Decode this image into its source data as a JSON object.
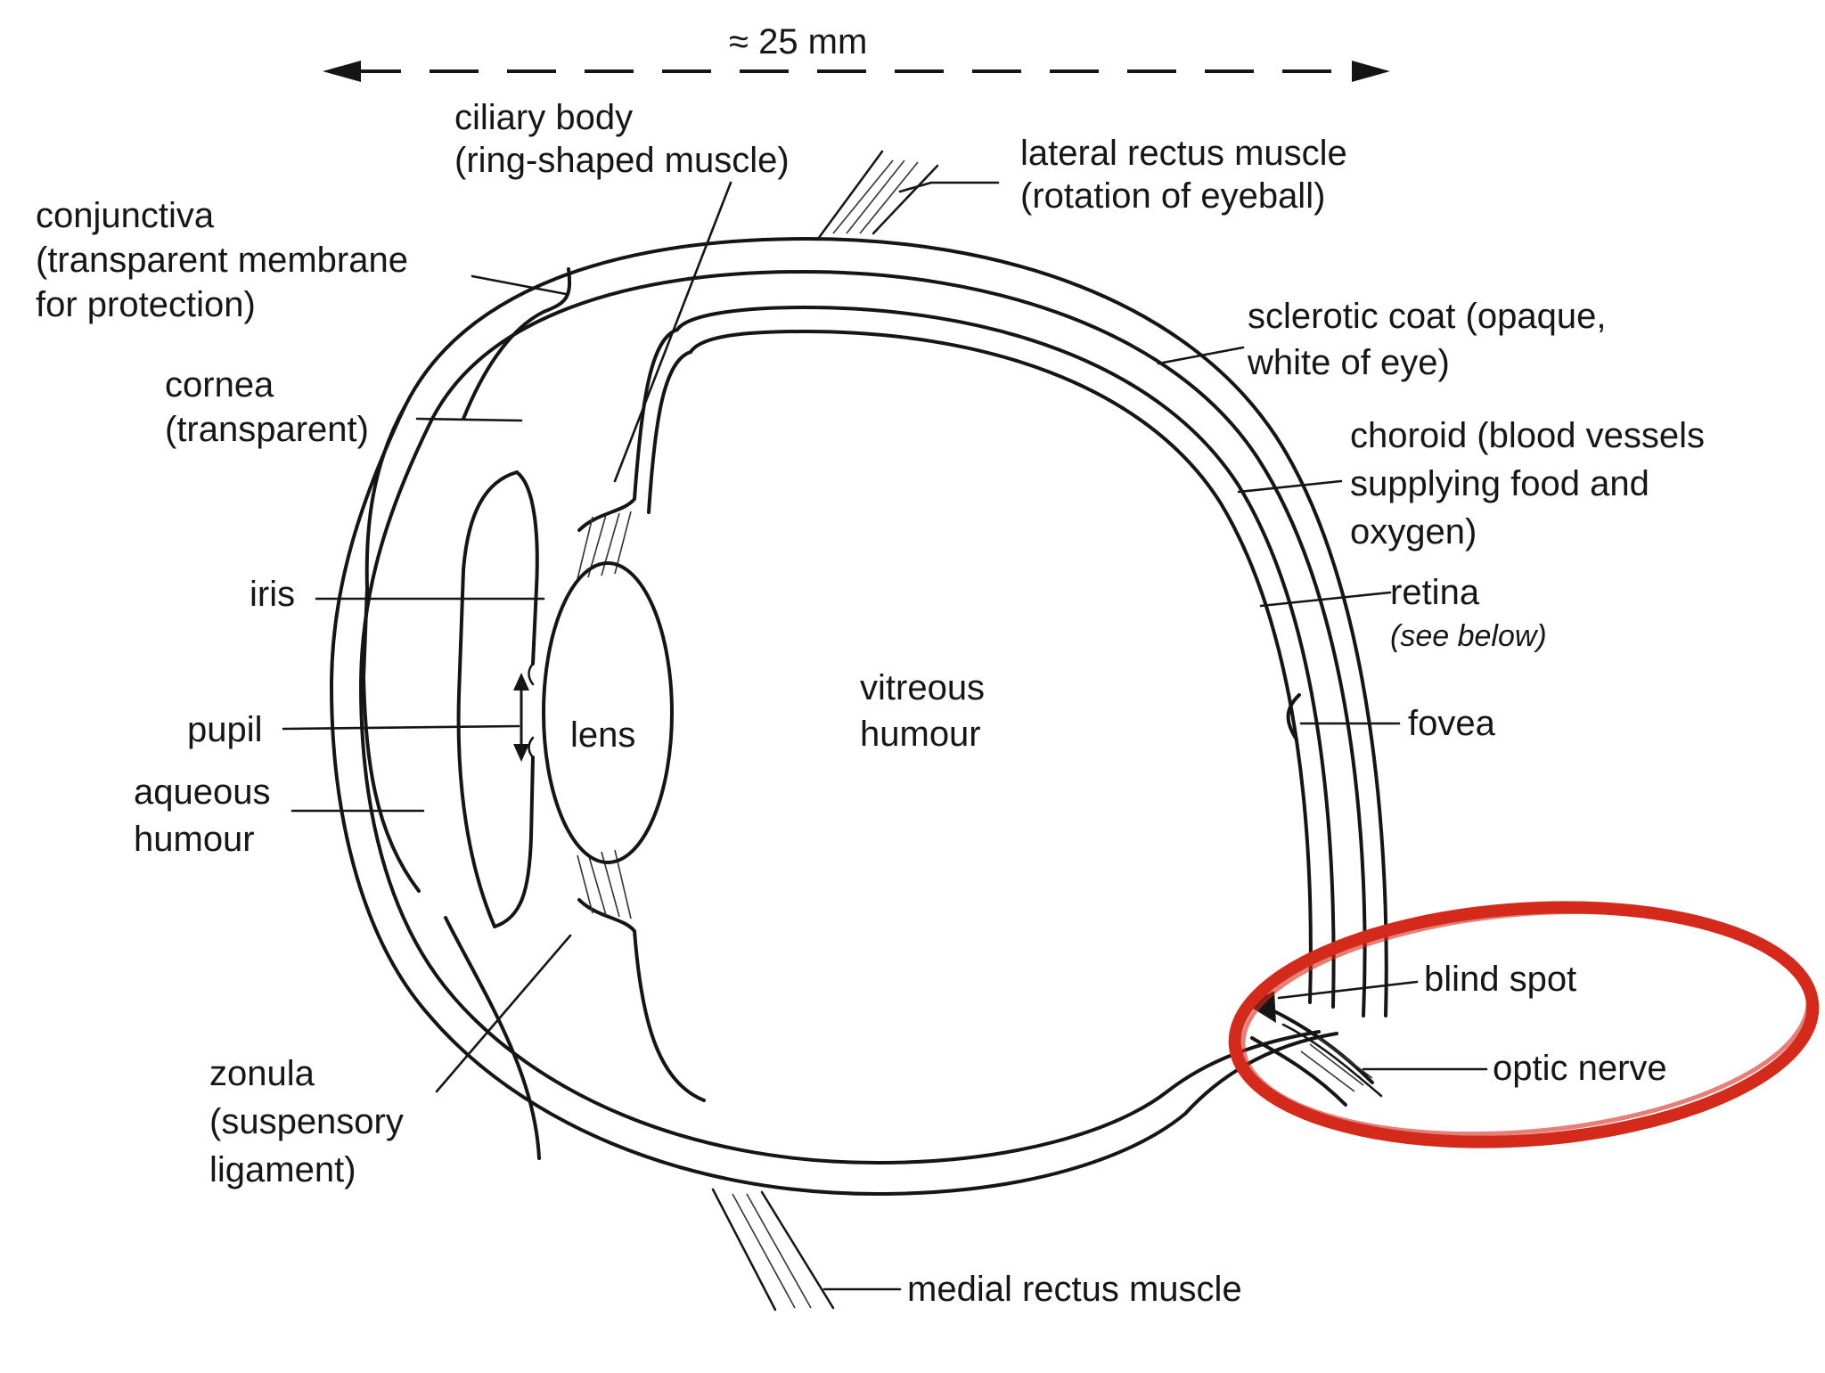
{
  "diagram": {
    "measurement": "≈ 25 mm",
    "labels": {
      "ciliary_body": [
        "ciliary body",
        "(ring-shaped muscle)"
      ],
      "lateral_rectus": [
        "lateral rectus muscle",
        "(rotation of eyeball)"
      ],
      "conjunctiva": [
        "conjunctiva",
        "(transparent membrane",
        "for protection)"
      ],
      "sclerotic_coat": [
        "sclerotic coat (opaque,",
        "white of eye)"
      ],
      "cornea": [
        "cornea",
        "(transparent)"
      ],
      "choroid": [
        "choroid (blood vessels",
        "supplying food and",
        "oxygen)"
      ],
      "iris": [
        "iris"
      ],
      "retina": [
        "retina"
      ],
      "retina_note": [
        "(see below)"
      ],
      "vitreous_humour": [
        "vitreous",
        "humour"
      ],
      "lens": [
        "lens"
      ],
      "pupil": [
        "pupil"
      ],
      "fovea": [
        "fovea"
      ],
      "aqueous_humour": [
        "aqueous",
        "humour"
      ],
      "blind_spot": [
        "blind spot"
      ],
      "optic_nerve": [
        "optic nerve"
      ],
      "zonula": [
        "zonula",
        "(suspensory",
        "ligament)"
      ],
      "medial_rectus": [
        "medial rectus muscle"
      ]
    },
    "colors": {
      "ink": "#151515",
      "highlight": "#d42a1c",
      "background": "#ffffff"
    }
  }
}
